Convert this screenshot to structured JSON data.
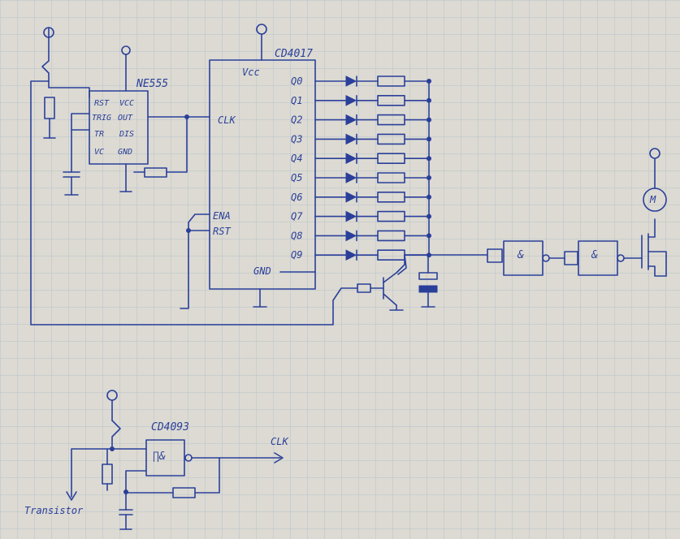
{
  "chips": {
    "counter": {
      "name": "CD4017",
      "vcc": "Vcc",
      "clk": "CLK",
      "ena": "ENA",
      "rst": "RST",
      "gnd": "GND",
      "outputs": [
        "Q0",
        "Q1",
        "Q2",
        "Q3",
        "Q4",
        "Q5",
        "Q6",
        "Q7",
        "Q8",
        "Q9"
      ]
    },
    "timer": {
      "name": "NE555",
      "pins": [
        "RST",
        "VCC",
        "TRIG",
        "OUT",
        "TR",
        "DIS",
        "VC",
        "GND"
      ]
    },
    "nand": {
      "name": "CD4093",
      "symbol": "∏&"
    }
  },
  "gates": {
    "and1": "&",
    "and2": "&"
  },
  "motor": {
    "label": "M"
  },
  "labels": {
    "clk_out": "CLK",
    "transistor": "Transistor"
  },
  "colors": {
    "ink": "#2a3f9a",
    "paper": "#dcdad2",
    "grid": "#b7c3cf"
  }
}
